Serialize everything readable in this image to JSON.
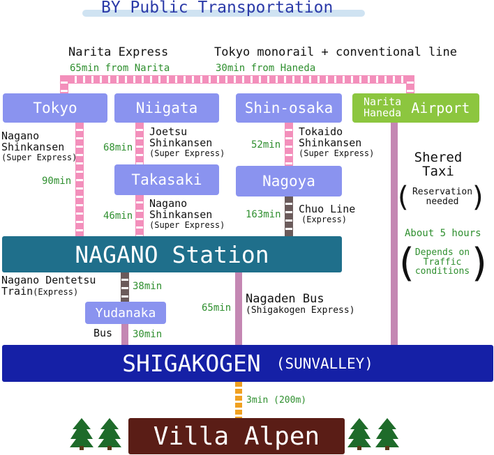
{
  "title": "BY Public Transportation",
  "top_routes": {
    "narita_express": "Narita Express",
    "narita_time": "65min from Narita",
    "monorail": "Tokyo monorail + conventional line",
    "haneda_time": "30min from Haneda"
  },
  "stations": {
    "tokyo": "Tokyo",
    "niigata": "Niigata",
    "shin_osaka": "Shin-osaka",
    "airport_names_1": "Narita",
    "airport_names_2": "Haneda",
    "airport": "Airport",
    "takasaki": "Takasaki",
    "nagoya": "Nagoya",
    "nagano": "NAGANO Station",
    "yudanaka": "Yudanaka",
    "shigakogen": "SHIGAKOGEN",
    "sunvalley": "(SUNVALLEY)",
    "villa": "Villa Alpen"
  },
  "lines": {
    "nagano_shinkansen_1": {
      "line1": "Nagano",
      "line2": "Shinkansen",
      "sub": "(Super Express)",
      "time": "90min"
    },
    "joetsu": {
      "line1": "Joetsu",
      "line2": "Shinkansen",
      "sub": "(Super Express)",
      "time": "68min"
    },
    "tokaido": {
      "line1": "Tokaido",
      "line2": "Shinkansen",
      "sub": "(Super Express)",
      "time": "52min"
    },
    "nagano_shinkansen_2": {
      "line1": "Nagano",
      "line2": "Shinkansen",
      "sub": "(Super Express)",
      "time": "46min"
    },
    "chuo": {
      "line1": "Chuo Line",
      "sub": "(Express)",
      "time": "163min"
    },
    "dentetsu": {
      "line1": "Nagano Dentetsu",
      "line2": "Train",
      "sub": "(Express)",
      "time": "38min"
    },
    "bus": {
      "line1": "Bus",
      "time": "30min"
    },
    "nagaden": {
      "line1": "Nagaden Bus",
      "sub": "(Shigakogen Express)",
      "time": "65min"
    },
    "walk": {
      "time": "3min (200m)"
    }
  },
  "taxi": {
    "line1": "Shered",
    "line2": "Taxi",
    "note1": "Reservation",
    "note2": "needed",
    "time": "About 5 hours",
    "cond1": "Depends on",
    "cond2": "Traffic",
    "cond3": "conditions"
  },
  "colors": {
    "city_box": "#8a93ef",
    "airport_box": "#8cc63f",
    "nagano_box": "#1f6f8b",
    "shigakogen_box": "#1520a6",
    "villa_box": "#5a1d16",
    "shinkansen_rail": "#f38fbb",
    "local_rail": "#6b5b5b",
    "road": "#c487b3",
    "walk": "#f0a020",
    "time_text": "#2f8f2f"
  }
}
